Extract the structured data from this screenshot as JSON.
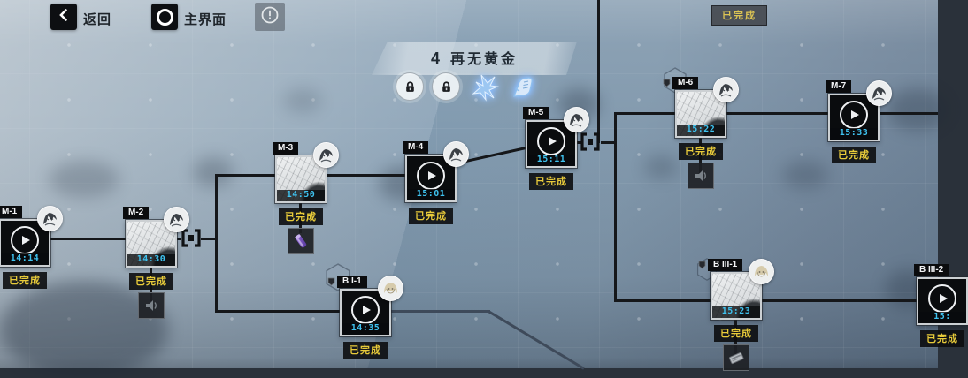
{
  "topbar": {
    "back_label": "返回",
    "home_label": "主界面",
    "alert_icon": "exclamation-circle-icon"
  },
  "top_right_badge": "已完成",
  "chapter": {
    "number": "4",
    "title": "再无黄金",
    "locks": [
      "lock-icon",
      "lock-icon"
    ],
    "modifiers": [
      "surge-effect-icon",
      "fist-effect-icon"
    ]
  },
  "nodes": [
    {
      "id": "m1",
      "label": "M-1",
      "time": "14:14",
      "status": "已完成",
      "type": "play",
      "avatar": "wolf-sketch-avatar",
      "item": null,
      "flag": false
    },
    {
      "id": "m2",
      "label": "M-2",
      "time": "14:30",
      "status": "已完成",
      "type": "thumb",
      "avatar": "wolf-sketch-avatar",
      "item": "audio-log-item",
      "flag": false
    },
    {
      "id": "m3",
      "label": "M-3",
      "time": "14:50",
      "status": "已完成",
      "type": "thumb",
      "avatar": "wolf-sketch-avatar",
      "item": "purple-canister-item",
      "flag": false
    },
    {
      "id": "m4",
      "label": "M-4",
      "time": "15:01",
      "status": "已完成",
      "type": "play",
      "avatar": "wolf-sketch-avatar",
      "item": null,
      "flag": false
    },
    {
      "id": "m5",
      "label": "M-5",
      "time": "15:11",
      "status": "已完成",
      "type": "play",
      "avatar": "wolf-sketch-avatar",
      "item": null,
      "flag": false
    },
    {
      "id": "m6",
      "label": "M-6",
      "time": "15:22",
      "status": "已完成",
      "type": "thumb",
      "avatar": "wolf-sketch-avatar",
      "item": "audio-log-item",
      "flag": true
    },
    {
      "id": "m7",
      "label": "M-7",
      "time": "15:33",
      "status": "已完成",
      "type": "play",
      "avatar": "wolf-sketch-avatar",
      "item": null,
      "flag": false
    },
    {
      "id": "b1_1",
      "label": "B I-1",
      "time": "14:35",
      "status": "已完成",
      "type": "play",
      "avatar": "blonde-sketch-avatar",
      "item": null,
      "flag": true
    },
    {
      "id": "b3_1",
      "label": "B III-1",
      "time": "15:23",
      "status": "已完成",
      "type": "thumb",
      "avatar": "blonde-sketch-avatar",
      "item": "tablet-item",
      "flag": true
    },
    {
      "id": "b3_2",
      "label": "B III-2",
      "time": "15:",
      "status": "已完成",
      "type": "play",
      "avatar": null,
      "item": null,
      "flag": false
    }
  ],
  "colors": {
    "time_text": "#3fc3f0",
    "status_text": "#e8cb3a",
    "node_bg": "#0a0c0e",
    "connector": "#15171a"
  }
}
